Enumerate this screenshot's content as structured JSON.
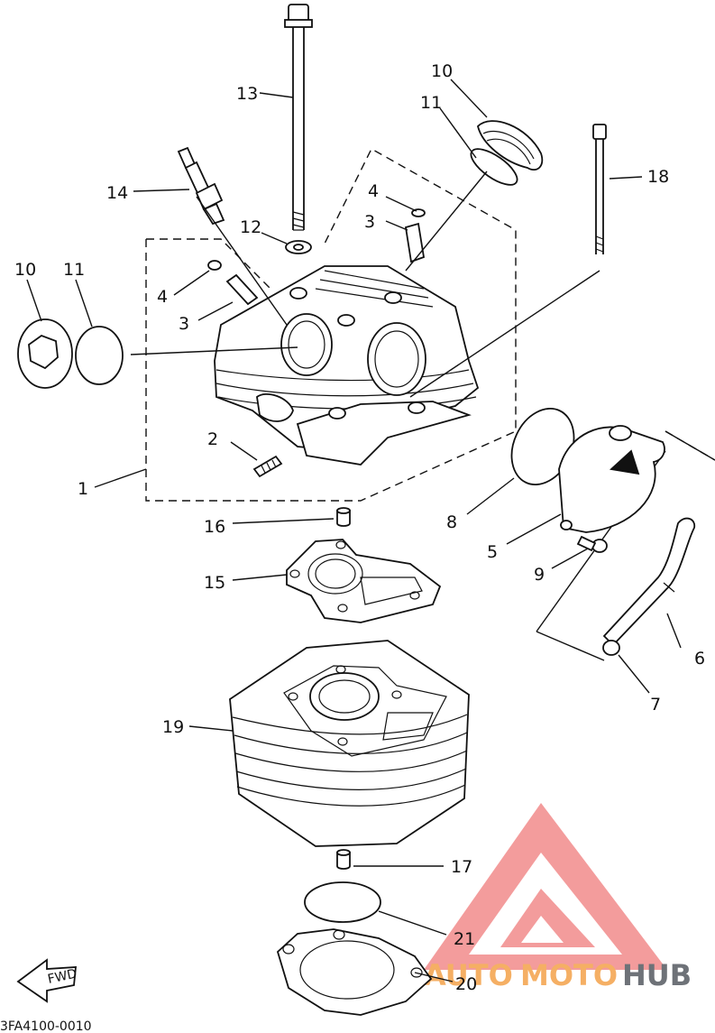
{
  "labels": {
    "p1": "1",
    "p2": "2",
    "p3a": "3",
    "p3b": "3",
    "p4a": "4",
    "p4b": "4",
    "p5": "5",
    "p6": "6",
    "p7": "7",
    "p8": "8",
    "p9": "9",
    "p10a": "10",
    "p10b": "10",
    "p11a": "11",
    "p11b": "11",
    "p12": "12",
    "p13": "13",
    "p14": "14",
    "p15": "15",
    "p16": "16",
    "p17": "17",
    "p18": "18",
    "p19": "19",
    "p20": "20",
    "p21": "21"
  },
  "diagram_code": "3FA4100-0010",
  "fwd": "FWD",
  "watermark": {
    "part1": "AUTO",
    "part2": "MOTO",
    "part3": "HUB"
  },
  "colors": {
    "line": "#111111",
    "logo_red": "#f28b8b",
    "logo_orange": "#f4a24a",
    "logo_gray": "#555a61"
  }
}
